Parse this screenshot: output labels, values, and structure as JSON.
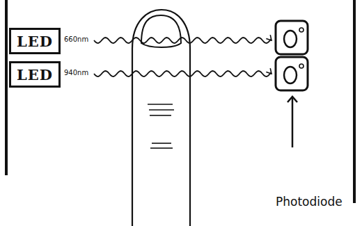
{
  "diagram": {
    "nodes": [
      {
        "text": [
          "LED"
        ]
      },
      {
        "text": [
          "LED"
        ]
      }
    ],
    "labels": [
      "660nm",
      "940nm",
      "Photodiode"
    ]
  }
}
